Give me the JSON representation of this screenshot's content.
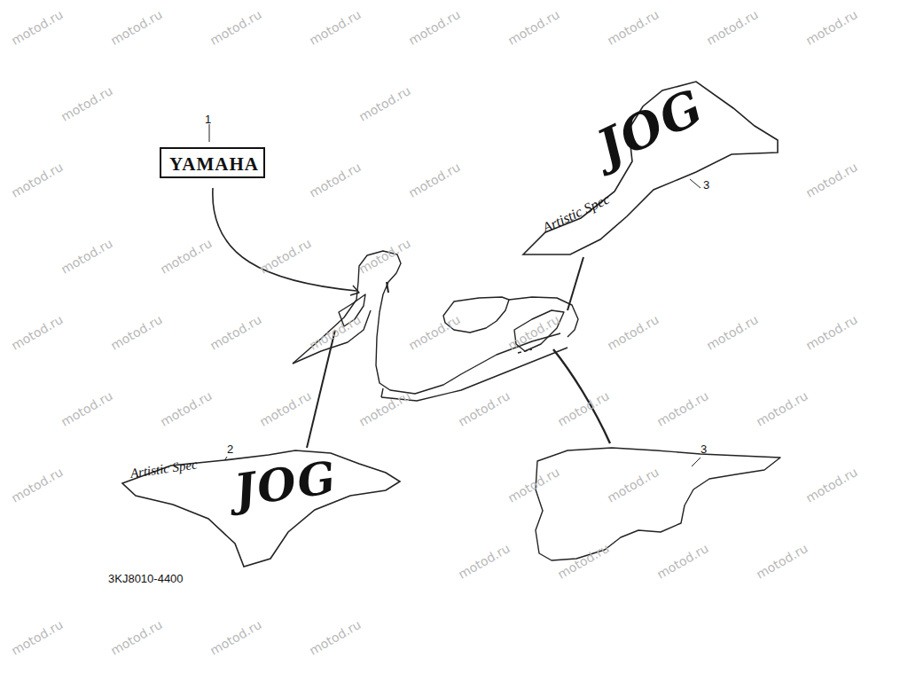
{
  "diagram": {
    "nodes": [
      {
        "text": [
          "YAMAHA"
        ]
      },
      {
        "text": [
          "JOG",
          "Artistic Spec"
        ]
      },
      {
        "text": [
          "Artistic Spec",
          "JOG"
        ]
      }
    ],
    "labels": [
      "1",
      "3",
      "2",
      "3",
      "3KJ8010-4400",
      "motod.ru",
      "motod.ru",
      "motod.ru",
      "motod.ru",
      "motod.ru",
      "motod.ru",
      "motod.ru",
      "motod.ru",
      "motod.ru",
      "motod.ru",
      "motod.ru",
      "motod.ru",
      "motod.ru",
      "motod.ru",
      "motod.ru",
      "motod.ru",
      "motod.ru",
      "motod.ru",
      "motod.ru",
      "motod.ru",
      "motod.ru",
      "motod.ru",
      "motod.ru",
      "motod.ru",
      "motod.ru",
      "motod.ru",
      "motod.ru",
      "motod.ru",
      "motod.ru",
      "motod.ru",
      "motod.ru",
      "motod.ru",
      "motod.ru",
      "motod.ru",
      "motod.ru",
      "motod.ru",
      "motod.ru",
      "motod.ru",
      "motod.ru",
      "motod.ru",
      "motod.ru",
      "motod.ru",
      "motod.ru",
      "motod.ru",
      "motod.ru",
      "motod.ru",
      "motod.ru",
      "motod.ru"
    ]
  }
}
